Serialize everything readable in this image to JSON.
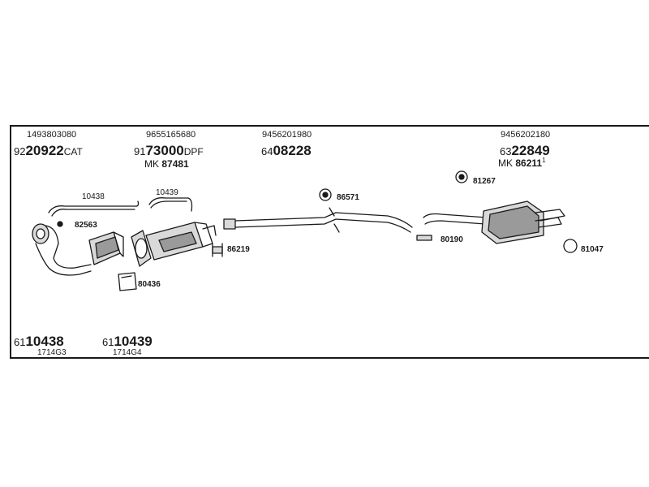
{
  "colors": {
    "ink": "#1a1a1a",
    "part_fill": "#d9d9d9",
    "part_shade": "#9a9a9a"
  },
  "groups": [
    {
      "oem": "1493803080",
      "prefix": "92",
      "bold": "20922",
      "suffix": "CAT"
    },
    {
      "oem": "9655165680",
      "prefix": "91",
      "bold": "73000",
      "suffix": "DPF",
      "mk_label": "MK",
      "mk_value": "87481"
    },
    {
      "oem": "9456201980",
      "prefix": "64",
      "bold": "08228",
      "suffix": ""
    },
    {
      "oem": "9456202180",
      "prefix": "63",
      "bold": "22849",
      "suffix": "",
      "mk_label": "MK",
      "mk_value": "86211",
      "mk_sup": "1"
    }
  ],
  "callouts": {
    "c10438": "10438",
    "c10439": "10439",
    "c82563": "82563",
    "c86219": "86219",
    "c80436": "80436",
    "c86571": "86571",
    "c80190": "80190",
    "c81267": "81267",
    "c81047": "81047"
  },
  "bottom_parts": [
    {
      "prefix": "61",
      "bold": "10438",
      "sub": "1714G3"
    },
    {
      "prefix": "61",
      "bold": "10439",
      "sub": "1714G4"
    }
  ]
}
